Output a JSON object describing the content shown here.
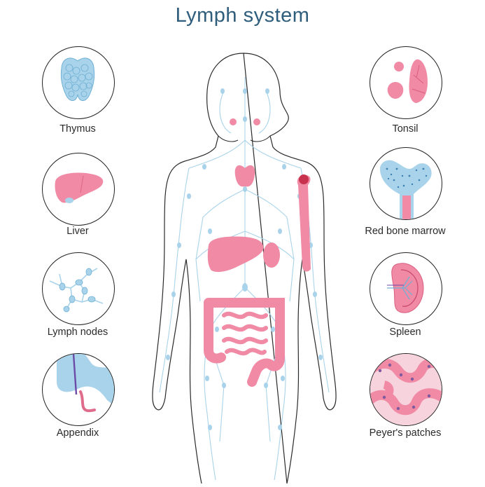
{
  "title": "Lymph system",
  "organs_left": [
    {
      "label": "Thymus",
      "icon": "thymus-icon"
    },
    {
      "label": "Liver",
      "icon": "liver-icon"
    },
    {
      "label": "Lymph nodes",
      "icon": "lymph-nodes-icon"
    },
    {
      "label": "Appendix",
      "icon": "appendix-icon"
    }
  ],
  "organs_right": [
    {
      "label": "Tonsil",
      "icon": "tonsil-icon"
    },
    {
      "label": "Red bone marrow",
      "icon": "bone-marrow-icon"
    },
    {
      "label": "Spleen",
      "icon": "spleen-icon"
    },
    {
      "label": "Peyer's patches",
      "icon": "peyers-patches-icon"
    }
  ],
  "colors": {
    "title": "#2f5d7c",
    "organ_pink": "#f08aa5",
    "lymph_blue": "#a9d3ea",
    "outline": "#222222"
  }
}
